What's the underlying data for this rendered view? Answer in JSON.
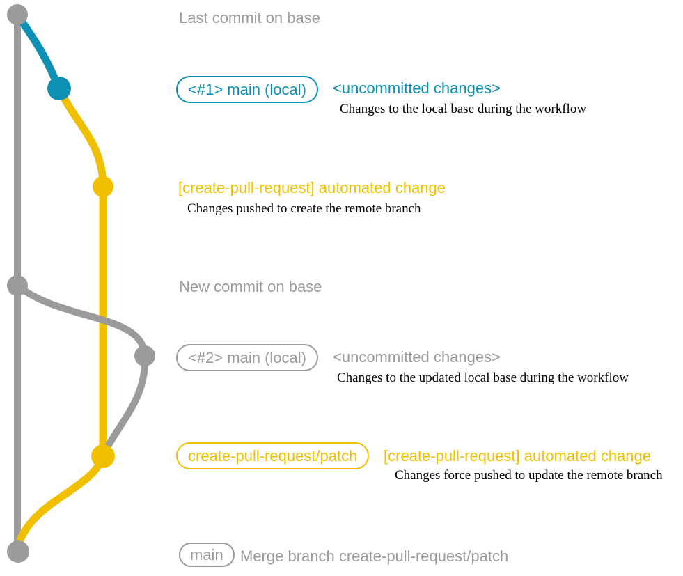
{
  "colors": {
    "gray": "#9b9b9b",
    "blue": "#0e90b5",
    "yellow": "#f0c000",
    "desc_text": "#000000"
  },
  "graph": {
    "commits": [
      {
        "name": "last-commit-on-base",
        "branch": "base",
        "color": "gray"
      },
      {
        "name": "local-main-1",
        "branch": "main (local)",
        "color": "blue"
      },
      {
        "name": "remote-branch-create",
        "branch": "create-pull-request/patch",
        "color": "yellow"
      },
      {
        "name": "new-commit-on-base",
        "branch": "base",
        "color": "gray"
      },
      {
        "name": "local-main-2",
        "branch": "main (local)",
        "color": "gray"
      },
      {
        "name": "remote-branch-update",
        "branch": "create-pull-request/patch",
        "color": "yellow"
      },
      {
        "name": "merge-commit",
        "branch": "base",
        "color": "gray"
      }
    ]
  },
  "labels": {
    "last_commit": "Last commit on base",
    "new_commit": "New commit on base",
    "row1": {
      "badge": "<#1> main (local)",
      "note": "<uncommitted changes>",
      "desc": "Changes to the local base during the workflow"
    },
    "row2": {
      "note": "[create-pull-request] automated change",
      "desc": "Changes pushed to create the remote branch"
    },
    "row3": {
      "badge": "<#2> main (local)",
      "note": "<uncommitted changes>",
      "desc": "Changes to the updated local base during the workflow"
    },
    "row4": {
      "badge": "create-pull-request/patch",
      "note": "[create-pull-request] automated change",
      "desc": "Changes force pushed to update the remote branch"
    },
    "row5": {
      "badge": "main",
      "note": "Merge branch create-pull-request/patch"
    }
  }
}
